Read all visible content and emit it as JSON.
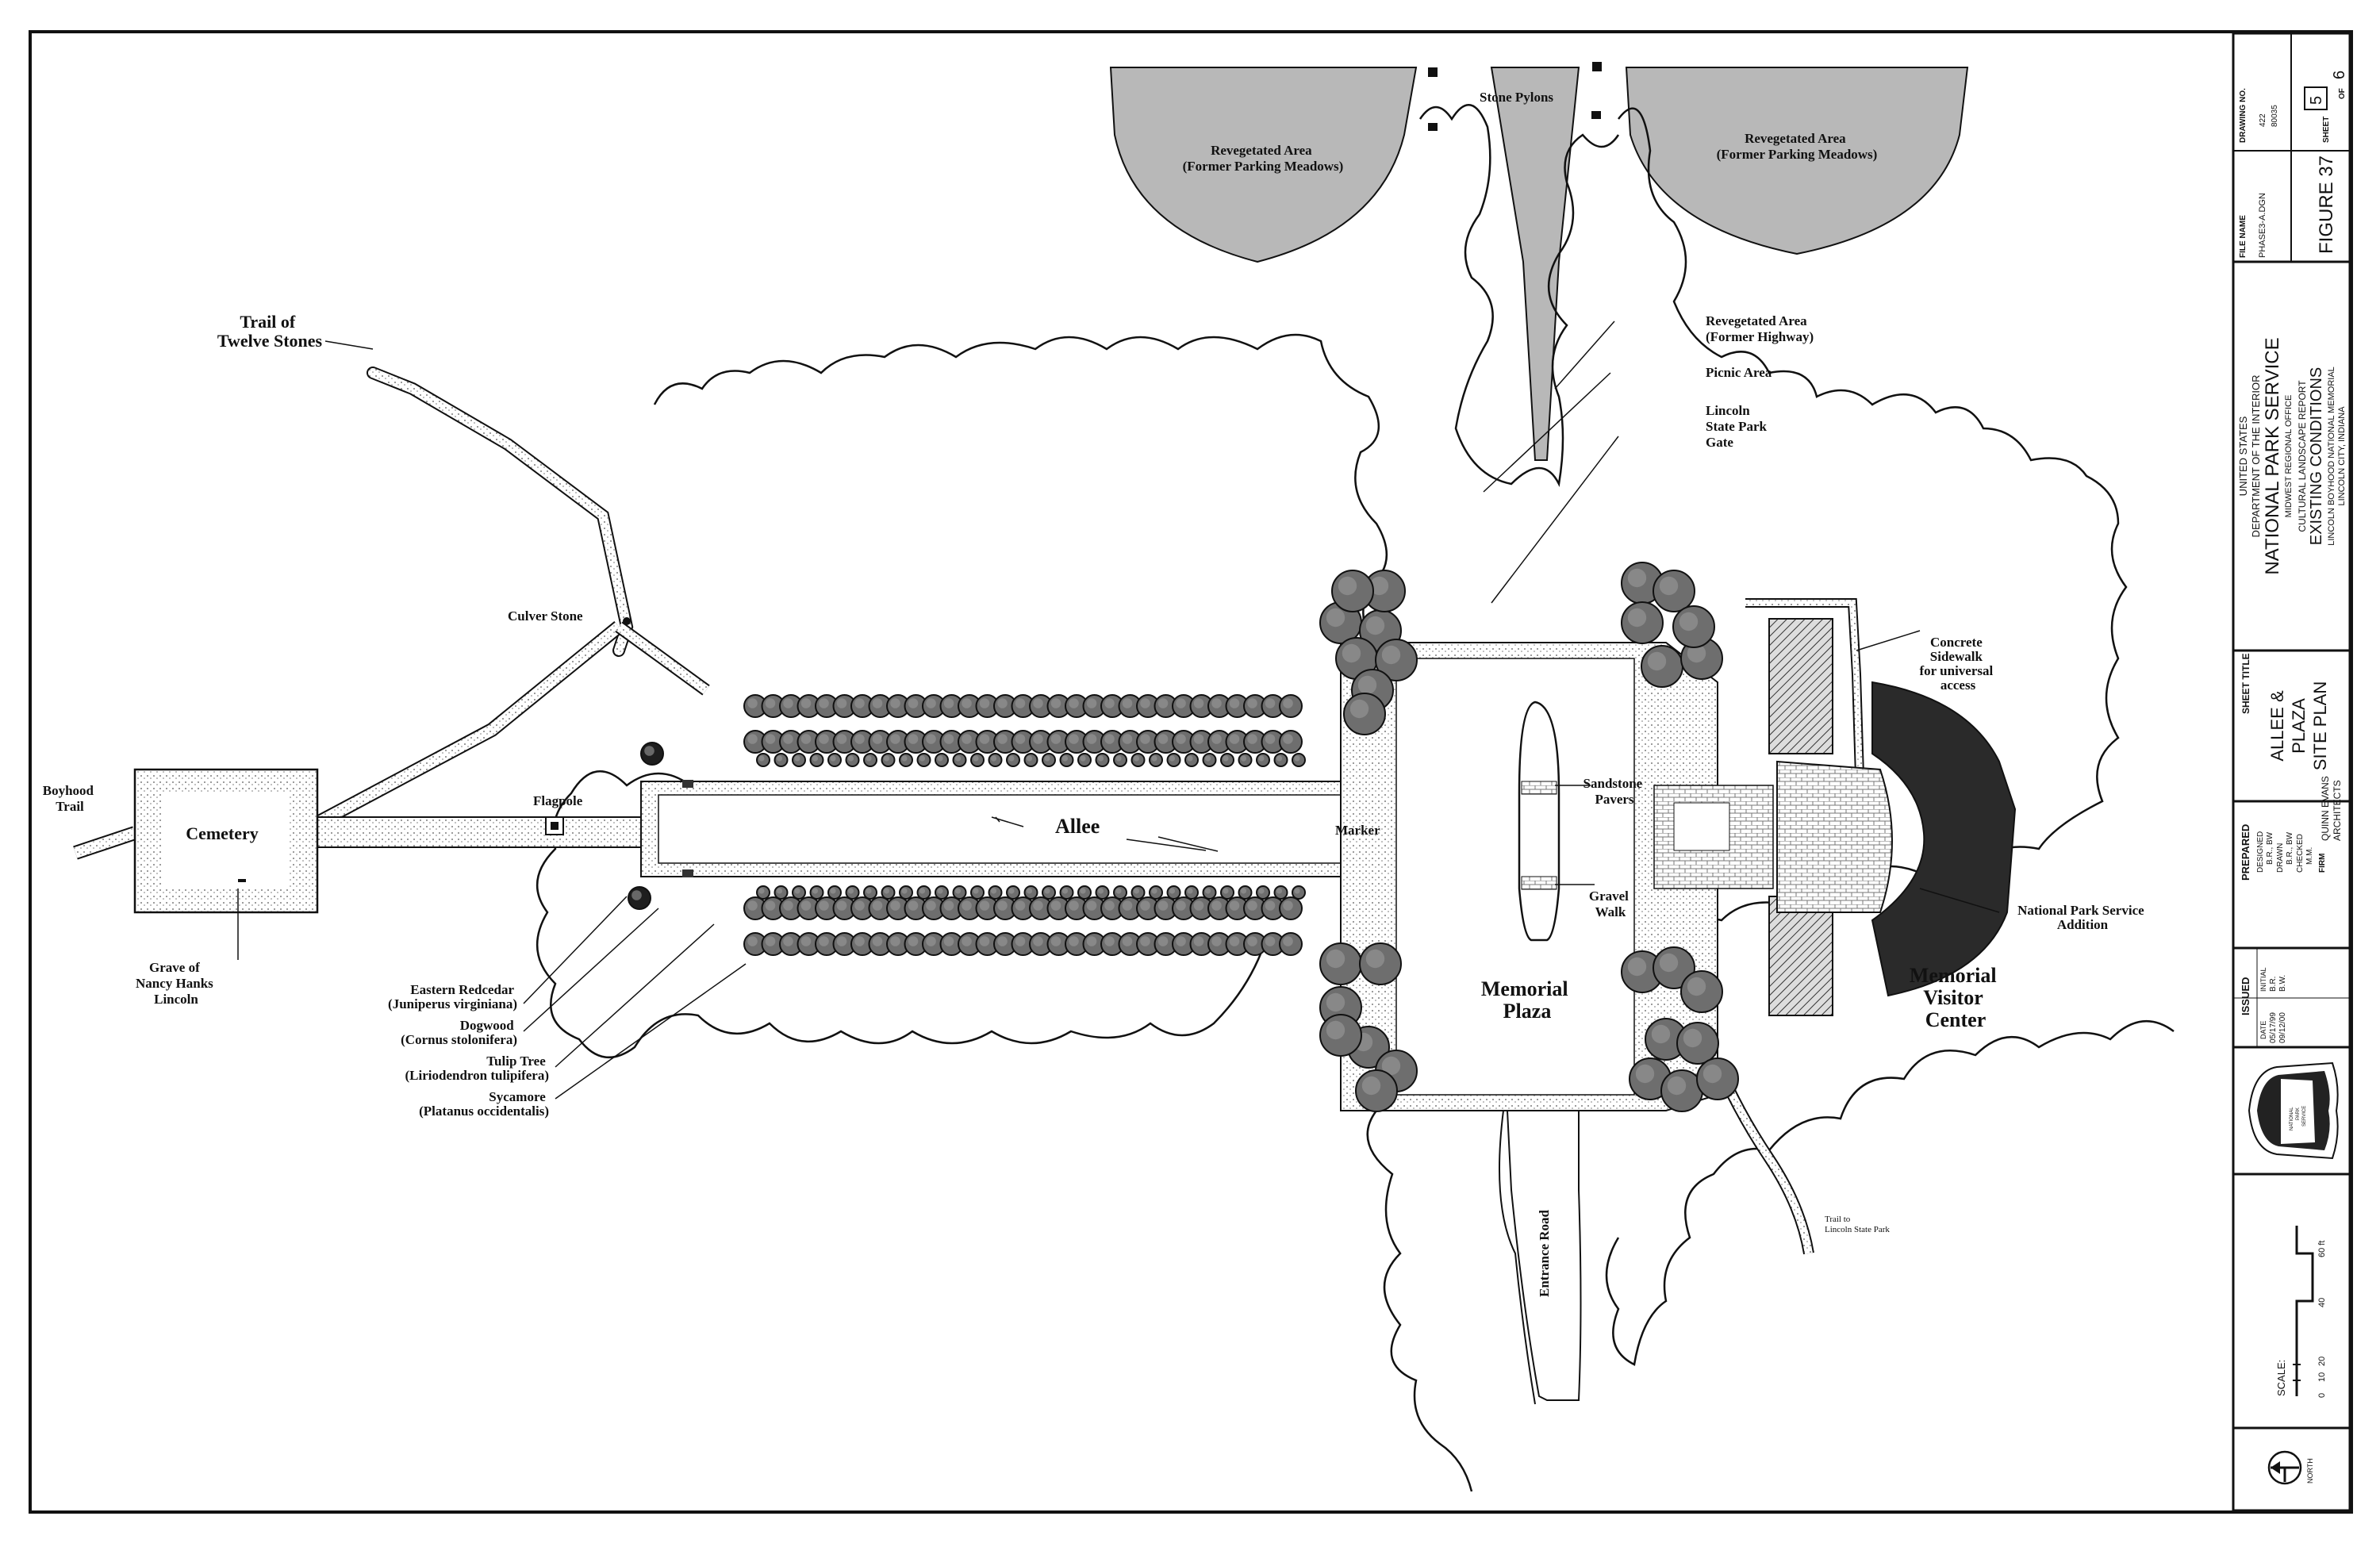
{
  "labels": {
    "revegetated_left": [
      "Revegetated Area",
      "(Former Parking Meadows)"
    ],
    "revegetated_right": [
      "Revegetated Area",
      "(Former Parking Meadows)"
    ],
    "stone_pylons": "Stone Pylons",
    "trail_twelve": [
      "Trail of",
      "Twelve Stones"
    ],
    "revegetated_highway": [
      "Revegetated Area",
      "(Former Highway)"
    ],
    "picnic_area": "Picnic Area",
    "state_park_gate": [
      "Lincoln",
      "State Park",
      "Gate"
    ],
    "culver_stone": "Culver Stone",
    "boyhood_trail": [
      "Boyhood",
      "Trail"
    ],
    "cemetery": "Cemetery",
    "flagpole": "Flagpole",
    "allee": "Allee",
    "marker": "Marker",
    "grave": [
      "Grave of",
      "Nancy Hanks",
      "Lincoln"
    ],
    "concrete_sidewalk": [
      "Concrete",
      "Sidewalk",
      "for universal",
      "access"
    ],
    "sandstone_pavers": [
      "Sandstone",
      "Pavers"
    ],
    "gravel_walk": [
      "Gravel",
      "Walk"
    ],
    "nps_addition": [
      "National Park Service",
      "Addition"
    ],
    "memorial_plaza": [
      "Memorial",
      "Plaza"
    ],
    "memorial_visitor_center": [
      "Memorial",
      "Visitor",
      "Center"
    ],
    "entrance_road": "Entrance Road",
    "trail_state_park": [
      "Trail to",
      "Lincoln State Park"
    ],
    "eastern_redcedar": [
      "Eastern Redcedar",
      "(Juniperus virginiana)"
    ],
    "dogwood": [
      "Dogwood",
      "(Cornus stolonifera)"
    ],
    "tulip_tree": [
      "Tulip Tree",
      "(Liriodendron tulipifera)"
    ],
    "sycamore": [
      "Sycamore",
      "(Platanus occidentalis)"
    ]
  },
  "title_block": {
    "drawing_no_label": "DRAWING NO.",
    "drawing_no": [
      "422",
      "80035"
    ],
    "sheet_label": "SHEET",
    "sheet_no": "5",
    "of_label": "OF",
    "sheet_total": "6",
    "file_name_label": "FILE NAME",
    "file_name": "PHASE3-A.DGN",
    "figure": "FIGURE 37",
    "agency": [
      "UNITED STATES",
      "DEPARTMENT OF THE INTERIOR"
    ],
    "nps": "NATIONAL PARK SERVICE",
    "office": "MIDWEST REGIONAL OFFICE",
    "report": [
      "CULTURAL LANDSCAPE REPORT"
    ],
    "conditions": "EXISTING CONDITIONS",
    "memorial": [
      "LINCOLN BOYHOOD NATIONAL MEMORIAL",
      "LINCOLN CITY, INDIANA"
    ],
    "sheet_title_label": "SHEET TITLE",
    "sheet_title": [
      "ALLEE &",
      "PLAZA",
      "SITE PLAN"
    ],
    "prepared_label": "PREPARED",
    "designed_label": "DESIGNED",
    "designed": "B.R., BW",
    "drawn_label": "DRAWN",
    "drawn": "B.R., BW",
    "checked_label": "CHECKED",
    "checked": "M.M.",
    "firm_label": "FIRM",
    "firm": [
      "QUINN EVANS",
      "ARCHITECTS"
    ],
    "issued_label": "ISSUED",
    "date_label": "DATE",
    "initial_label": "INITIAL",
    "dates": [
      "05/17/99",
      "09/12/00"
    ],
    "initials": [
      "B.R.",
      "B.W."
    ],
    "scale_label": "SCALE:",
    "scale_ticks": [
      "0",
      "10",
      "20",
      "40",
      "60 ft"
    ],
    "north": "NORTH",
    "emblem_text": [
      "NATIONAL",
      "PARK",
      "SERVICE"
    ]
  },
  "colors": {
    "ink": "#111111",
    "fill_gray": "#b8b8b8",
    "dark": "#2a2a2a",
    "tree": "#6e6e6e"
  }
}
